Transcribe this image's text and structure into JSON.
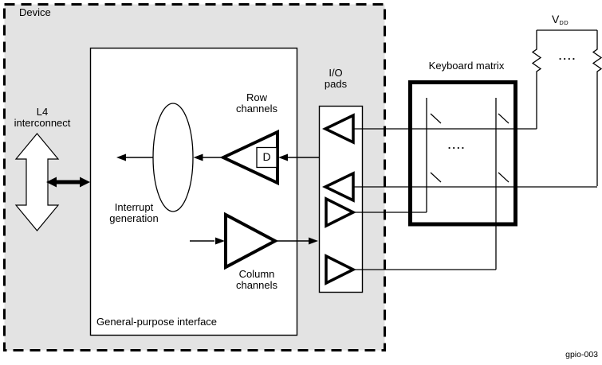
{
  "colors": {
    "device_fill": "#e3e3e3",
    "line": "#000000",
    "box_fill": "#ffffff"
  },
  "device": {
    "label": "Device"
  },
  "l4_interconnect": {
    "line1": "L4",
    "line2": "interconnect"
  },
  "gpio_block": {
    "label": "General-purpose interface",
    "interrupt_generation": {
      "line1": "Interrupt",
      "line2": "generation"
    },
    "row_channels": {
      "line1": "Row",
      "line2": "channels",
      "d_flipflop": "D"
    },
    "column_channels": {
      "line1": "Column",
      "line2": "channels"
    }
  },
  "io_pads": {
    "line1": "I/O",
    "line2": "pads"
  },
  "keyboard_matrix": {
    "label": "Keyboard matrix",
    "ellipsis": "...."
  },
  "vdd": {
    "base": "V",
    "sub": "DD",
    "ellipsis": "...."
  },
  "figure": {
    "id": "gpio-003"
  }
}
